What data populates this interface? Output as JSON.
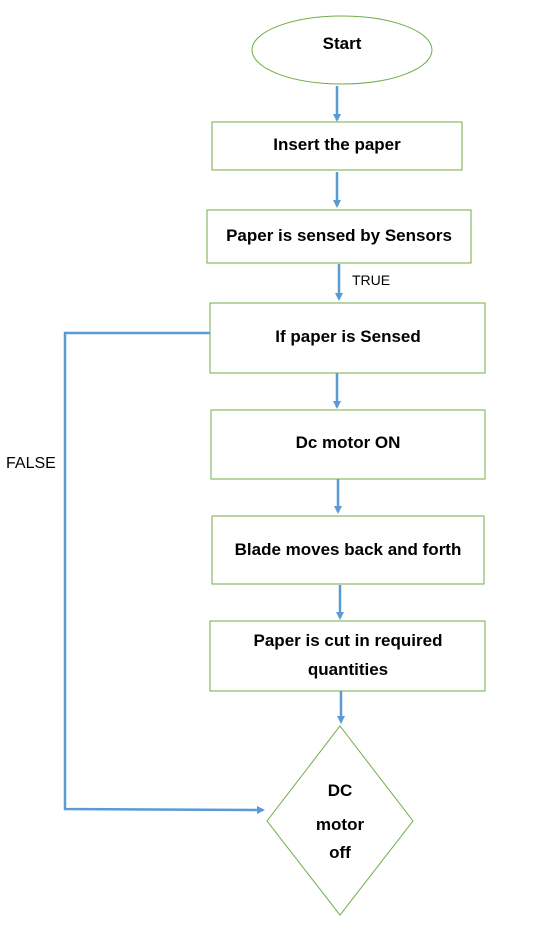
{
  "colors": {
    "node_border": "#70ad47",
    "arrow": "#5b9bd5",
    "text": "#000000"
  },
  "nodes": {
    "start": "Start",
    "insert": "Insert the paper",
    "sensed_by": "Paper is sensed by Sensors",
    "if_sensed": "If paper is Sensed",
    "motor_on": "Dc motor ON",
    "blade": "Blade moves back and forth",
    "cut_line1": "Paper is cut in required",
    "cut_line2": "quantities",
    "off_line1": "DC",
    "off_line2": "motor",
    "off_line3": "off"
  },
  "edges": {
    "true_label": "TRUE",
    "false_label": "FALSE"
  }
}
